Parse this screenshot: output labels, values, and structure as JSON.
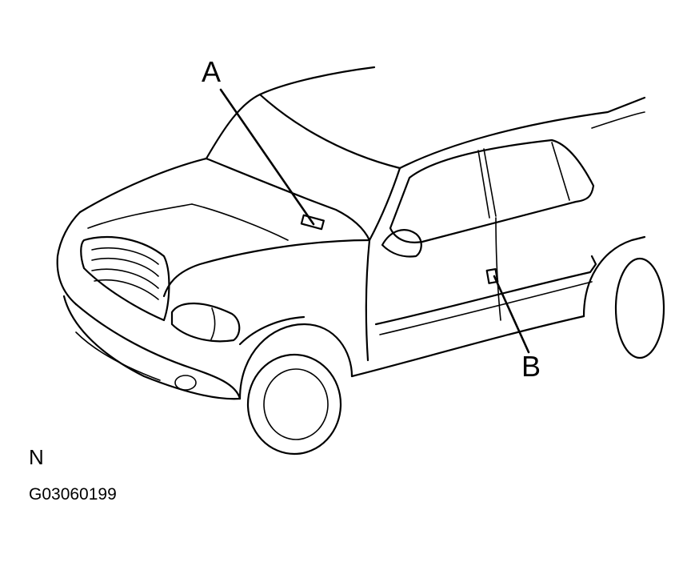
{
  "figure": {
    "callouts": {
      "a": "A",
      "b": "B"
    },
    "view_letter": "N",
    "figure_code": "G03060199",
    "line_color": "#000000",
    "background": "#ffffff"
  }
}
